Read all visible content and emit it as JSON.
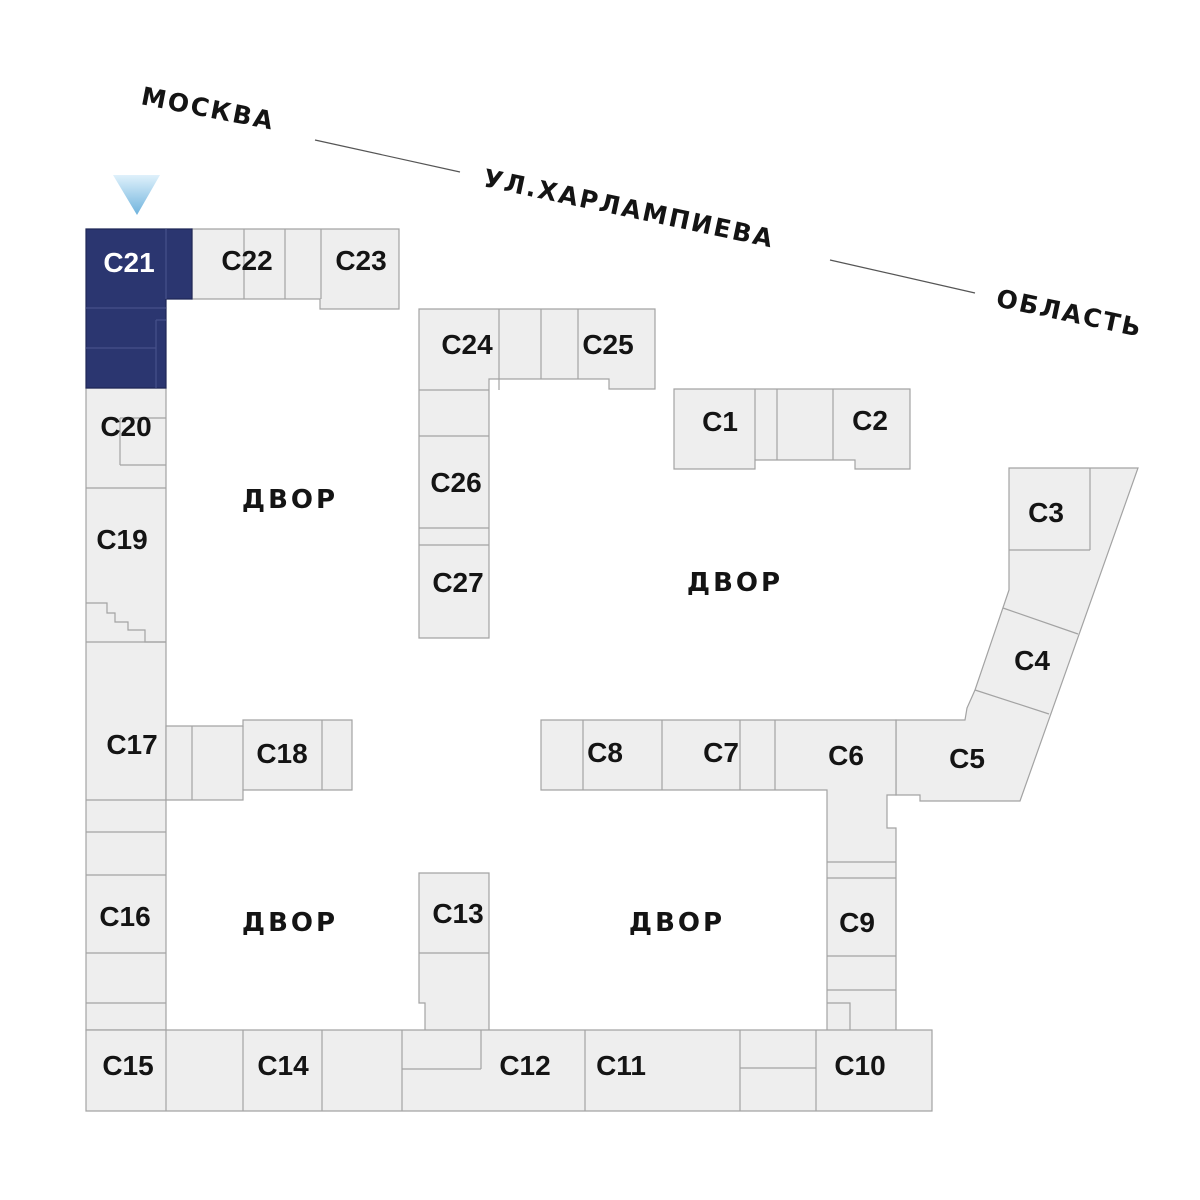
{
  "map": {
    "selected_building": "C21",
    "selection_color": "#2b3670",
    "marker_icon": "location-pointer-icon",
    "streets": [
      "МОСКВА",
      "УЛ.ХАРЛАМПИЕВА",
      "ОБЛАСТЬ"
    ],
    "yards": [
      "ДВОР",
      "ДВОР",
      "ДВОР",
      "ДВОР"
    ],
    "buildings": {
      "c1": "С1",
      "c2": "С2",
      "c3": "С3",
      "c4": "С4",
      "c5": "С5",
      "c6": "С6",
      "c7": "С7",
      "c8": "С8",
      "c9": "С9",
      "c10": "С10",
      "c11": "С11",
      "c12": "С12",
      "c13": "С13",
      "c14": "С14",
      "c15": "С15",
      "c16": "С16",
      "c17": "С17",
      "c18": "С18",
      "c19": "С19",
      "c20": "С20",
      "c21": "С21",
      "c22": "С22",
      "c23": "С23",
      "c24": "С24",
      "c25": "С25",
      "c26": "С26",
      "c27": "С27"
    }
  }
}
